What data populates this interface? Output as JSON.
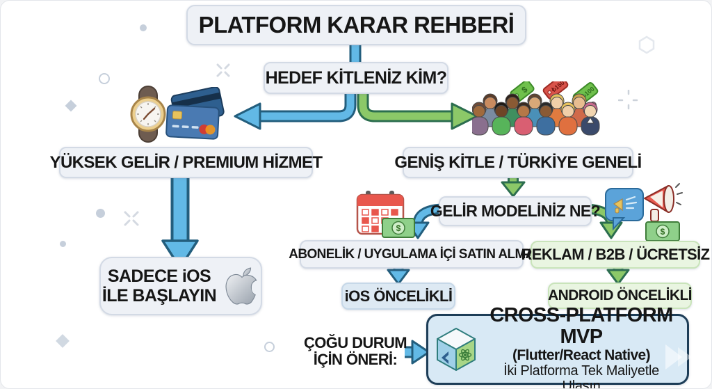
{
  "flowchart": {
    "title": "PLATFORM KARAR REHBERİ",
    "audience_question": "HEDEF KİTLENİZ KİM?",
    "premium_branch": {
      "label": "YÜKSEK GELİR / PREMIUM HİZMET",
      "result_line1": "SADECE iOS",
      "result_line2": "İLE BAŞLAYIN"
    },
    "mass_branch": {
      "label": "GENİŞ KİTLE / TÜRKİYE GENELİ",
      "revenue_question": "GELİR MODELİNİZ NE?",
      "subscription_path": {
        "label": "ABONELİK / UYGULAMA İÇİ SATIN ALMA",
        "result": "iOS ÖNCELİKLİ"
      },
      "free_path": {
        "label": "REKLAM / B2B / ÜCRETSİZ",
        "result": "ANDROID ÖNCELİKLİ"
      }
    },
    "recommendation": {
      "note_line1": "ÇOĞU DURUM",
      "note_line2": "İÇİN ÖNERİ:",
      "title": "CROSS-PLATFORM MVP",
      "subtitle": "(Flutter/React Native)",
      "tagline": "İki Platforma Tek Maliyetle Ulaşın"
    },
    "price_tags": [
      "$",
      "₺150",
      "₺100"
    ],
    "money_symbol": "$"
  },
  "icons": {
    "premium": [
      "watch-icon",
      "credit-cards-icon"
    ],
    "mass": [
      "crowd-icon",
      "price-tags-icon"
    ],
    "subscription": [
      "calendar-icon",
      "money-bill-icon"
    ],
    "ads": [
      "chat-bubble-icon",
      "megaphone-icon",
      "money-bill-icon"
    ],
    "ios_result": "apple-logo-icon",
    "recommendation": "flutter-react-cube-icon"
  },
  "colors": {
    "ios_path_blue": "#62b9e6",
    "android_path_green": "#8cc868",
    "box_background": "#eef1f6",
    "cross_box_background": "#d8e9f5",
    "cross_box_border": "#1d3d57"
  }
}
